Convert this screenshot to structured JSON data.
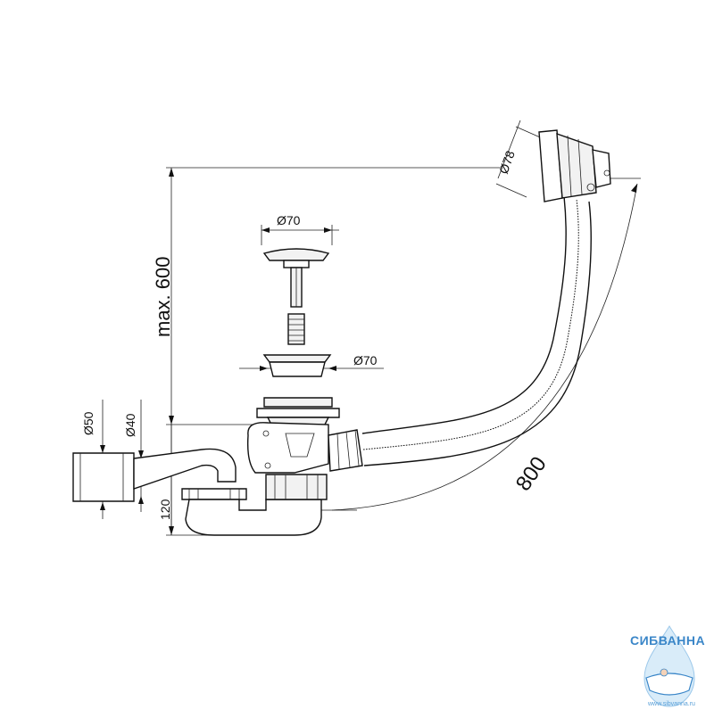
{
  "dimensions": {
    "max_height": "max. 600",
    "overflow_diameter": "Ø78",
    "plug_diameter": "Ø70",
    "strainer_diameter": "Ø70",
    "outlet_outer": "Ø50",
    "outlet_inner": "Ø40",
    "trap_height": "120",
    "hose_length": "800"
  },
  "logo": {
    "brand": "СИБВАННА",
    "url": "www.sibvanna.ru",
    "color": "#3a86c8"
  },
  "colors": {
    "line": "#111111",
    "fill": "#f2f2f2"
  }
}
